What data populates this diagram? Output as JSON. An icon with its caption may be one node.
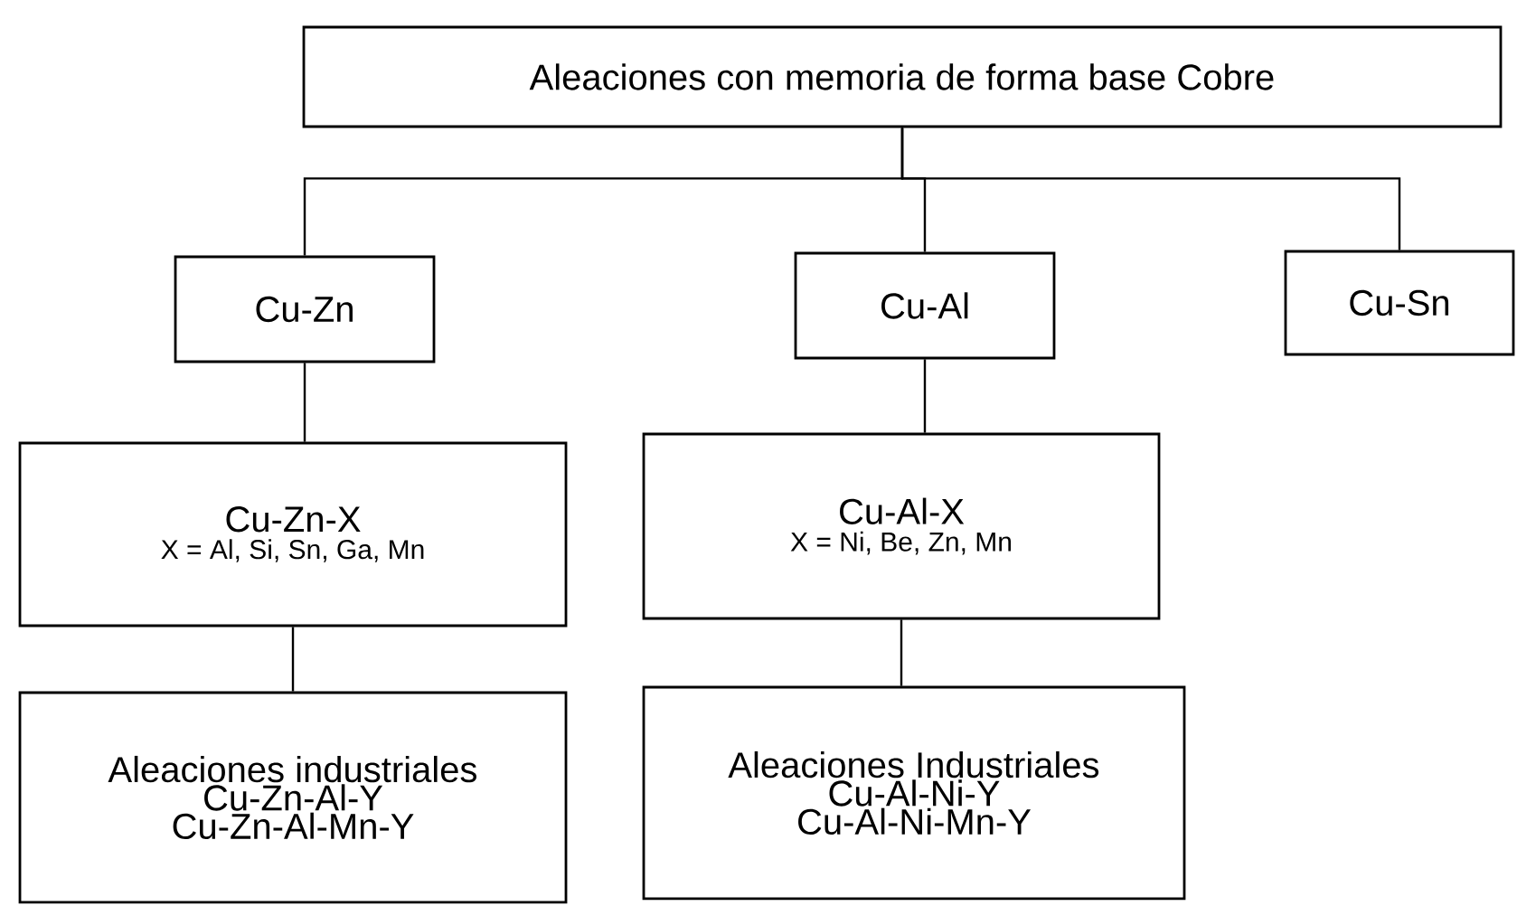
{
  "diagram": {
    "nodes": [
      {
        "text": [
          "Aleaciones con memoria de forma base Cobre"
        ]
      },
      {
        "text": [
          "Cu-Zn"
        ]
      },
      {
        "text": [
          "Cu-Al"
        ]
      },
      {
        "text": [
          "Cu-Sn"
        ]
      },
      {
        "text": [
          "Cu-Zn-X",
          "X = Al, Si, Sn, Ga, Mn"
        ]
      },
      {
        "text": [
          "Cu-Al-X",
          "X = Ni, Be, Zn, Mn"
        ]
      },
      {
        "text": [
          "Aleaciones industriales",
          "Cu-Zn-Al-Y",
          "Cu-Zn-Al-Mn-Y"
        ]
      },
      {
        "text": [
          "Aleaciones Industriales",
          "Cu-Al-Ni-Y",
          "Cu-Al-Ni-Mn-Y"
        ]
      }
    ],
    "edges": [
      {
        "from": 0,
        "to": 1,
        "arrow": "none"
      },
      {
        "from": 0,
        "to": 2,
        "arrow": "none"
      },
      {
        "from": 0,
        "to": 3,
        "arrow": "none"
      },
      {
        "from": 1,
        "to": 4,
        "arrow": "none"
      },
      {
        "from": 2,
        "to": 5,
        "arrow": "none"
      },
      {
        "from": 4,
        "to": 6,
        "arrow": "none"
      },
      {
        "from": 5,
        "to": 7,
        "arrow": "none"
      }
    ]
  }
}
